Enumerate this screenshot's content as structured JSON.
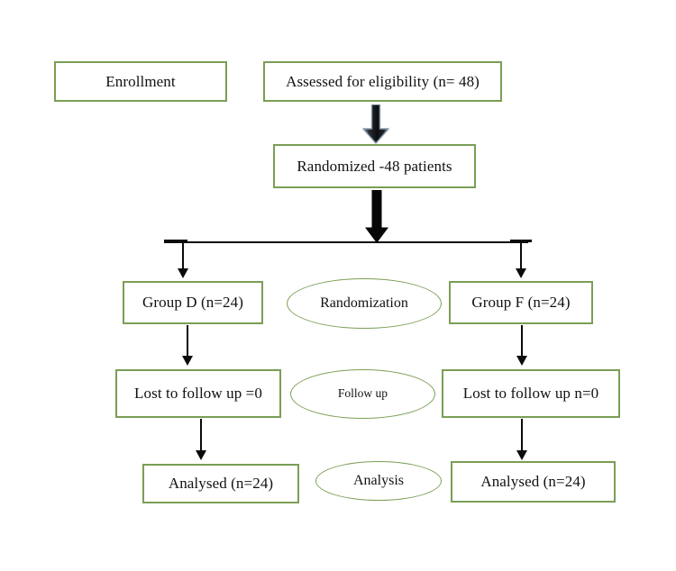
{
  "diagram": {
    "type": "consort-flow-diagram",
    "colors": {
      "box_stroke": "#7a9e55",
      "ellipse_stroke": "#7a9e55",
      "box_fill": "#ffffff",
      "connector": "#0b0b0b",
      "block_arrow_dark": "#111111",
      "block_arrow_edge": "#8a99a8",
      "background": "#ffffff",
      "text": "#111111"
    },
    "nodes": {
      "enrollment_label": "Enrollment",
      "assessed": "Assessed for eligibility (n= 48)",
      "randomized": "Randomized -48 patients",
      "group_d": "Group D (n=24)",
      "group_f": "Group F (n=24)",
      "lost_left": "Lost to follow up =0",
      "lost_right": "Lost to follow up n=0",
      "analysed_left": "Analysed (n=24)",
      "analysed_right": "Analysed (n=24)"
    },
    "stage_labels": {
      "randomization": "Randomization",
      "follow_up": "Follow up",
      "analysis": "Analysis"
    },
    "counts": {
      "assessed_n": 48,
      "randomized_n": 48,
      "group_d_n": 24,
      "group_f_n": 24,
      "lost_left_n": 0,
      "lost_right_n": 0,
      "analysed_left_n": 24,
      "analysed_right_n": 24
    }
  }
}
